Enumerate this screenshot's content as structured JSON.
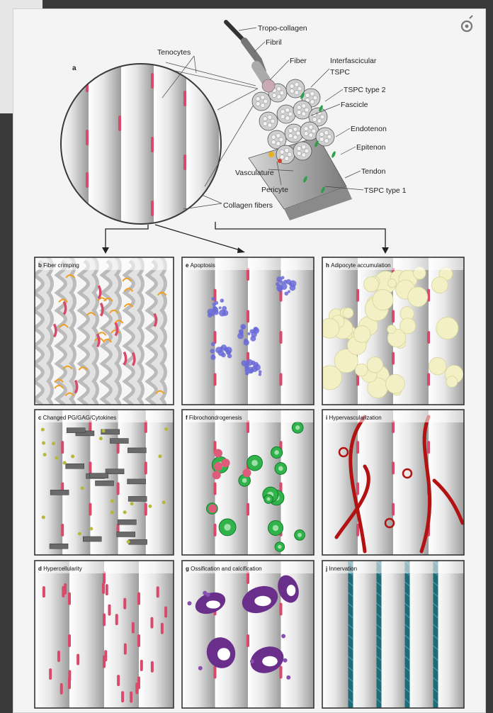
{
  "figure": {
    "panel_a_letter": "a",
    "labels": {
      "tropocollagen": "Tropo-collagen",
      "fibril": "Fibril",
      "fiber": "Fiber",
      "tenocytes": "Tenocytes",
      "interfascicular": "Interfascicular",
      "tspc": "TSPC",
      "tspc_type2": "TSPC type 2",
      "fascicle": "Fascicle",
      "endotenon": "Endotenon",
      "epitenon": "Epitenon",
      "vasculature": "Vasculature",
      "tendon": "Tendon",
      "pericyte": "Pericyte",
      "tspc_type1": "TSPC type 1",
      "collagen_fibers": "Collagen fibers"
    },
    "panels": [
      {
        "id": "b",
        "letter": "b",
        "title": "Fiber crimping"
      },
      {
        "id": "e",
        "letter": "e",
        "title": "Apoptosis"
      },
      {
        "id": "h",
        "letter": "h",
        "title": "Adipocyte accumulation"
      },
      {
        "id": "c",
        "letter": "c",
        "title": "Changed PG/GAG/Cytokines"
      },
      {
        "id": "f",
        "letter": "f",
        "title": "Fibrochondrogenesis"
      },
      {
        "id": "i",
        "letter": "i",
        "title": "Hypervascularization"
      },
      {
        "id": "d",
        "letter": "d",
        "title": "Hypercellularity"
      },
      {
        "id": "g",
        "letter": "g",
        "title": "Ossification and calcification"
      },
      {
        "id": "j",
        "letter": "j",
        "title": "Innervation"
      }
    ]
  },
  "colors": {
    "tenocyte": "#d94a6a",
    "apoptotic": "#6a6ad8",
    "adipocyte": "#f2f0c4",
    "cartilage": "#2fb34a",
    "vessel": "#b31212",
    "bone": "#6a2f8a",
    "nerve": "#1f6b78",
    "cytokine": "#b5b83a"
  },
  "icons": {
    "top_right": "settings-icon"
  }
}
